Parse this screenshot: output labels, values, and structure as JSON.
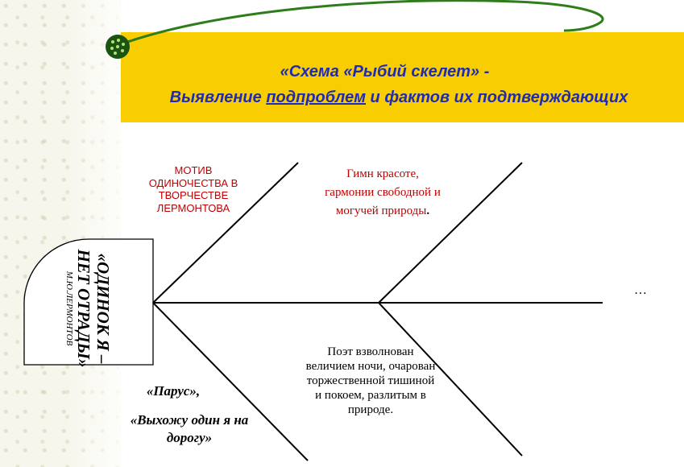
{
  "slide": {
    "title_line1": "«Схема «Рыбий скелет» -",
    "title_line2_pre": "Выявление ",
    "title_line2_underlined": "подпроблем",
    "title_line2_post": " и фактов их подтверждающих"
  },
  "fish_head": {
    "main_text": "«ОДИНОК Я –НЕТ ОТРАДЫ»",
    "author": "М.Ю.ЛЕРМОНТОВ"
  },
  "bones": {
    "upper_left": "МОТИВ ОДИНОЧЕСТВА В ТВОРЧЕСТВЕ ЛЕРМОНТОВА",
    "upper_right": "Гимн красоте, гармонии свободной и могучей природы",
    "upper_right_dot": ".",
    "lower_right": "Поэт взволнован величием ночи, очарован торжественной тишиной и покоем, разлитым в природе.",
    "tail": "…",
    "lower_left_1": "«Парус»,",
    "lower_left_2": "«Выхожу один я на дорогу»"
  },
  "colors": {
    "title_band": "#f8cd02",
    "title_text": "#1f2bb4",
    "red_text": "#c00000",
    "swoosh": "#2e7d1a"
  }
}
